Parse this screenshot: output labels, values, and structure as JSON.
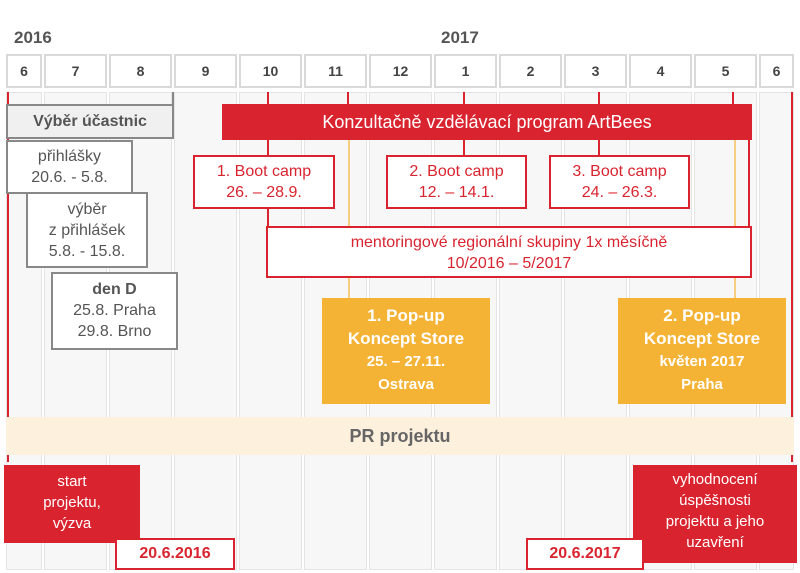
{
  "header": {
    "year_left": "2016",
    "year_right": "2017"
  },
  "months": [
    "6",
    "7",
    "8",
    "9",
    "10",
    "11",
    "12",
    "1",
    "2",
    "3",
    "4",
    "5",
    "6"
  ],
  "selection": {
    "title": "Výběr účastnic",
    "applications": [
      "přihlášky",
      "20.6.  - 5.8."
    ],
    "choice": [
      "výběr",
      "z přihlášek",
      "5.8. - 15.8."
    ],
    "dday": [
      "den D",
      "25.8. Praha",
      "29.8. Brno"
    ]
  },
  "program": {
    "title": "Konzultačně vzdělávací program ArtBees"
  },
  "bootcamps": [
    [
      "1. Boot camp",
      "26. – 28.9."
    ],
    [
      "2. Boot camp",
      "12. – 14.1."
    ],
    [
      "3. Boot camp",
      "24. – 26.3."
    ]
  ],
  "mentoring": [
    "mentoringové regionální skupiny 1x měsíčně",
    "10/2016 – 5/2017"
  ],
  "popups": [
    [
      "1. Pop-up",
      "Koncept Store",
      "25. – 27.11.",
      "Ostrava"
    ],
    [
      "2. Pop-up",
      "Koncept Store",
      "květen 2017",
      "Praha"
    ]
  ],
  "pr": {
    "label": "PR projektu"
  },
  "start": {
    "lines": [
      "start",
      "projektu,",
      "výzva"
    ],
    "date": "20.6.2016"
  },
  "end": {
    "lines": [
      "vyhodnocení",
      "úspěšnosti",
      "projektu a jeho",
      "uzavření"
    ],
    "date": "20.6.2017"
  },
  "colors": {
    "red": "#d9242f",
    "orange": "#f5b335",
    "grey": "#888888",
    "pr_band": "#fdf0dc"
  }
}
